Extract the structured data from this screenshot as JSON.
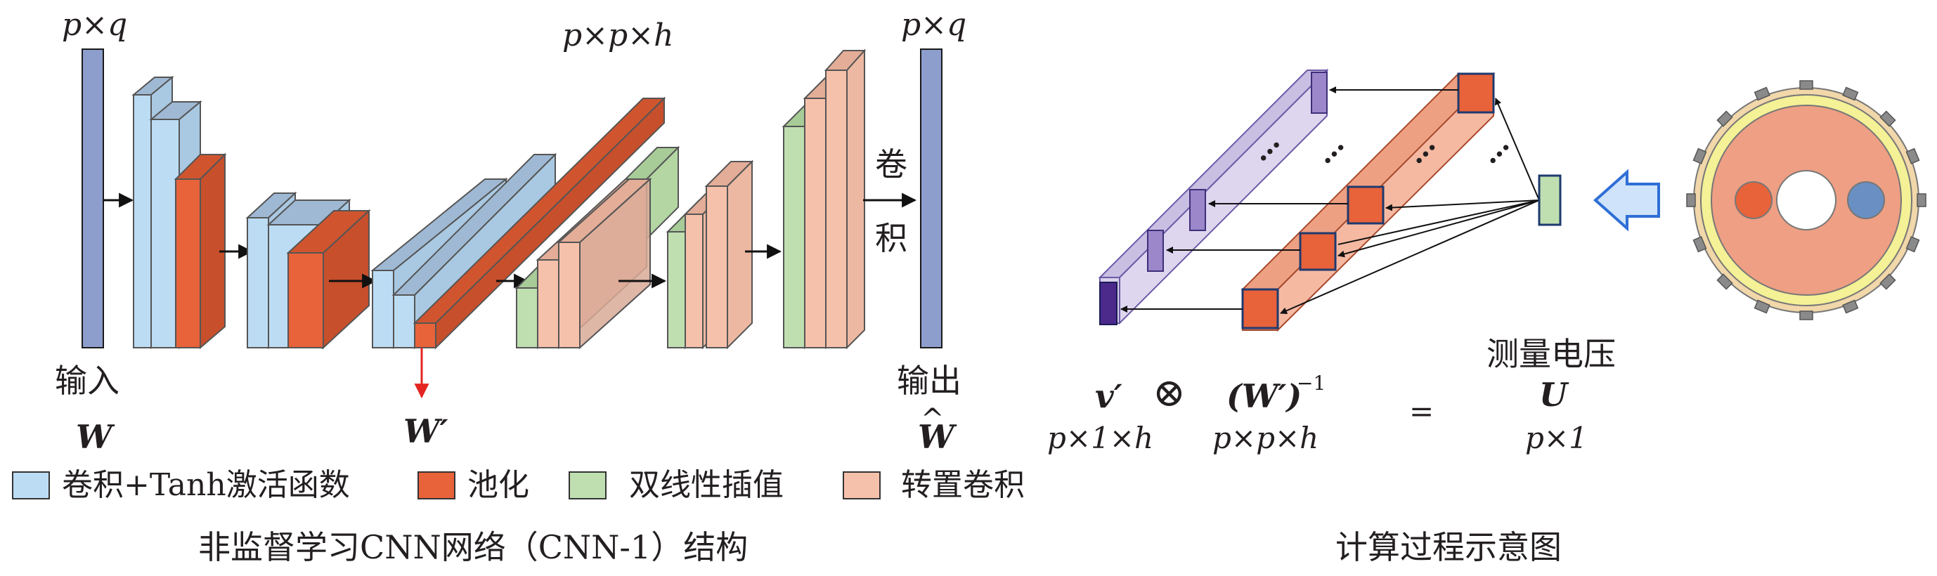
{
  "left_panel": {
    "input_dim": "p×q",
    "input_label": "输入",
    "input_symbol": "W",
    "middle_dim": "p×p×h",
    "pool_symbol": "W′",
    "output_dim": "p×q",
    "conv_label_top": "卷",
    "conv_label_bottom": "积",
    "output_label": "输出",
    "output_symbol": "W",
    "output_hat": "^",
    "caption": "非监督学习CNN网络（CNN-1）结构"
  },
  "legend": [
    {
      "label": "卷积+Tanh激活函数",
      "color": "#bcdcf4"
    },
    {
      "label": "池化",
      "color": "#e8623a"
    },
    {
      "label": "双线性插值",
      "color": "#bfdfb0"
    },
    {
      "label": "转置卷积",
      "color": "#f6c1ab"
    }
  ],
  "right_panel": {
    "v_symbol": "v′",
    "v_dim": "p×1×h",
    "otimes": "⊗",
    "w_inv": "(W′)",
    "w_inv_exp": "−1",
    "w_dim": "p×p×h",
    "equals": "=",
    "meas_label": "测量电压",
    "u_symbol": "U",
    "u_dim": "p×1",
    "caption": "计算过程示意图"
  },
  "colors": {
    "input_bar": "#8d9dcc",
    "conv": "#bcdcf4",
    "conv_top": "#9fb9d4",
    "pool": "#e8623a",
    "bilinear": "#bfdfb0",
    "transpose": "#f6c1ab",
    "purple_bar": "#d9d0ea",
    "salmon_bar": "#f3a88c",
    "red_arrow": "#e52521",
    "arrow_blue": "#2f6fd6"
  }
}
